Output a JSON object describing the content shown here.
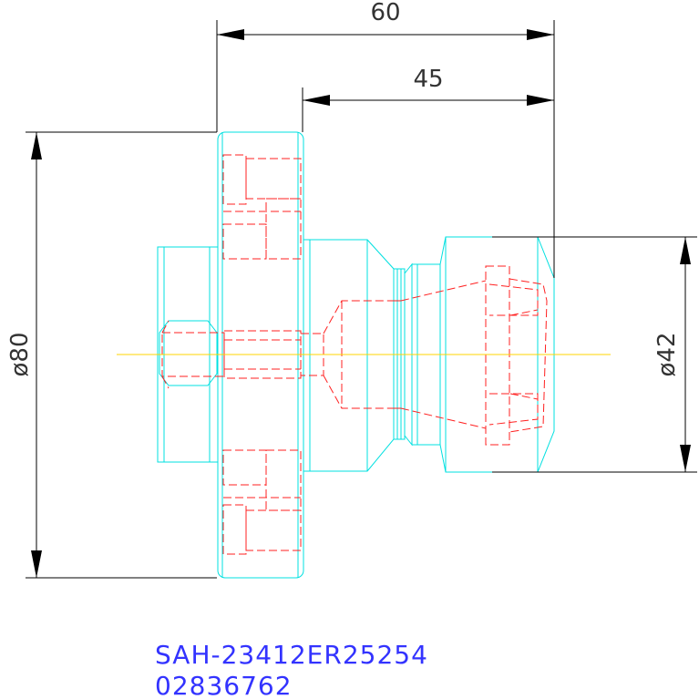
{
  "dimensions": {
    "overall_length": "60",
    "nose_length": "45",
    "flange_diameter": "ø80",
    "nut_diameter": "ø42"
  },
  "part": {
    "code": "SAH-23412ER25254",
    "number": "02836762"
  },
  "colors": {
    "outline": "#00e0e0",
    "hidden": "#ff2020",
    "centerline": "#ffd400",
    "dimension": "#000000",
    "label": "#3333ff"
  }
}
